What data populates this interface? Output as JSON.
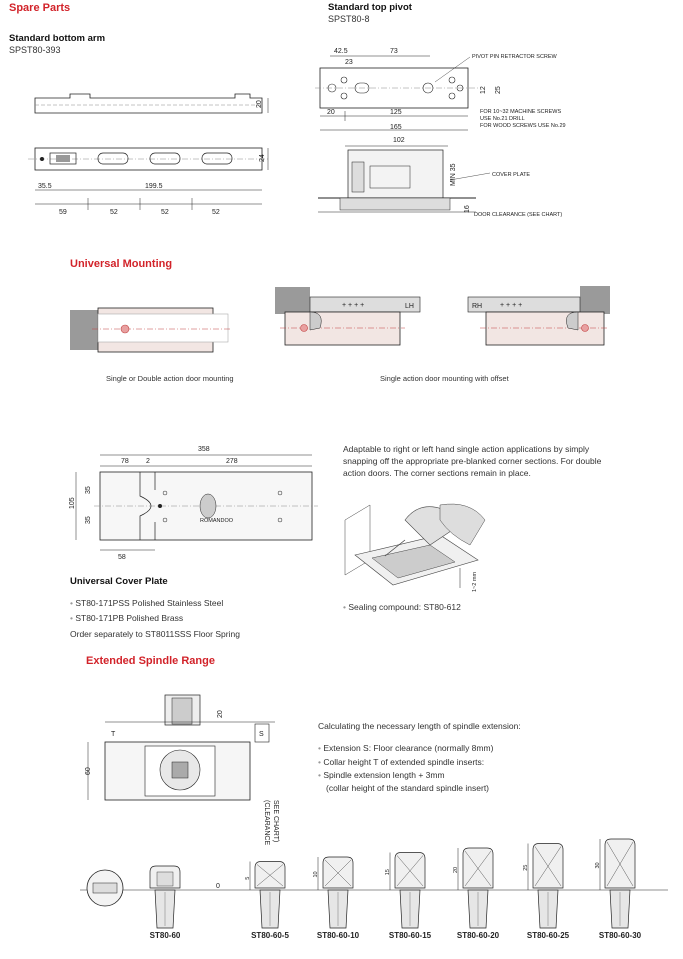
{
  "spare_parts": {
    "heading": "Spare Parts",
    "bottom_arm": {
      "title": "Standard bottom arm",
      "code": "SPST80-393",
      "dims": [
        "20",
        "24",
        "35.5",
        "199.5",
        "59",
        "52",
        "52",
        "52"
      ]
    },
    "top_pivot": {
      "title": "Standard top pivot",
      "code": "SPST80-8",
      "dims_top": [
        "42.5",
        "73",
        "23",
        "12",
        "25",
        "20",
        "125",
        "165"
      ],
      "labels": [
        "PIVOT PIN RETRACTOR SCREW",
        "FOR 10~32 MACHINE SCREWS",
        "USE No.21 DRILL",
        "FOR WOOD SCREWS USE No.29",
        "COVER PLATE",
        "DOOR CLEARANCE (SEE CHART)"
      ],
      "dims_bottom": [
        "102",
        "MIN 35",
        "16"
      ]
    }
  },
  "universal_mounting": {
    "heading": "Universal Mounting",
    "caption_left": "Single or Double action door mounting",
    "caption_right": "Single action door mounting with offset",
    "lh": "LH",
    "rh": "RH"
  },
  "cover_plate": {
    "dims": [
      "358",
      "78",
      "2",
      "278",
      "105",
      "35",
      "35",
      "58"
    ],
    "brand": "ROMANDOO",
    "title": "Universal Cover Plate",
    "items": [
      "ST80-171PSS Polished Stainless Steel",
      "ST80-171PB Polished Brass"
    ],
    "order_note": "Order separately to ST8011SSS Floor Spring",
    "description": "Adaptable to right or left hand single action applications by simply snapping off the appropriate pre-blanked corner sections. For double action doors. The corner sections remain in place.",
    "gap_label": "1~2 mm",
    "sealing": "Sealing compound: ST80-612"
  },
  "extended_spindle": {
    "heading": "Extended Spindle Range",
    "dims": [
      "20",
      "60"
    ],
    "label_t": "T",
    "label_s": "S",
    "clearance": [
      "(CLEARANCE",
      "SEE CHART)"
    ],
    "calc_title": "Calculating the necessary length of spindle extension:",
    "bullets": [
      "Extension S: Floor clearance (normally 8mm)",
      "Collar height T of extended spindle inserts:",
      "Spindle extension length + 3mm"
    ],
    "bullet_note": "(collar height of the standard spindle insert)",
    "spindles": [
      {
        "label": "ST80-60",
        "collar": ""
      },
      {
        "label": "ST80-60-5",
        "collar": "5"
      },
      {
        "label": "ST80-60-10",
        "collar": "10"
      },
      {
        "label": "ST80-60-15",
        "collar": "15"
      },
      {
        "label": "ST80-60-20",
        "collar": "20"
      },
      {
        "label": "ST80-60-25",
        "collar": "25"
      },
      {
        "label": "ST80-60-30",
        "collar": "30"
      }
    ],
    "zero": "0"
  },
  "colors": {
    "accent": "#d2232a",
    "pink": "#e8c9c4",
    "grey": "#bdbdbd"
  }
}
